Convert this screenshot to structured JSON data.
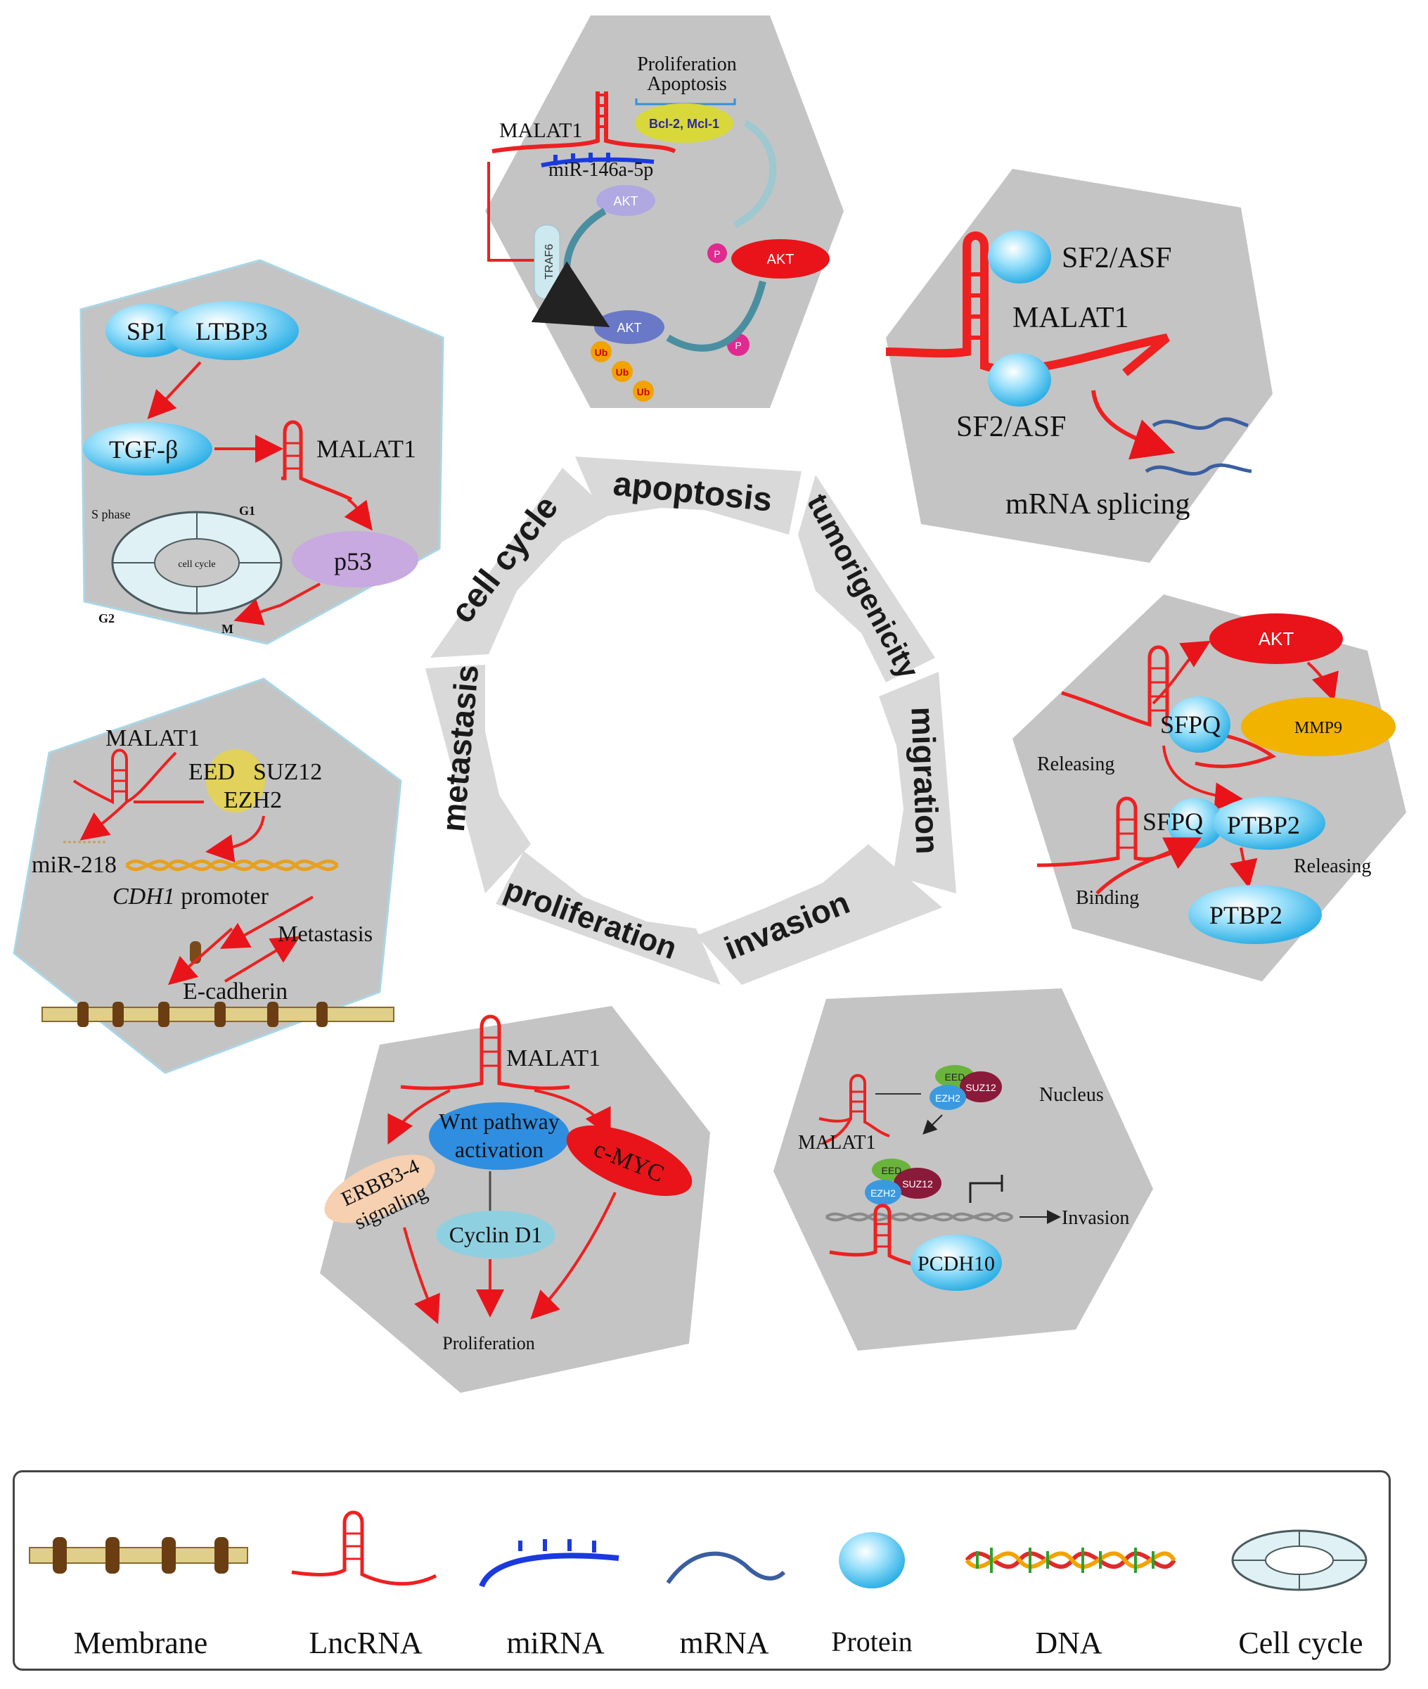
{
  "ring": {
    "segments": [
      "apoptosis",
      "tumorigenicity",
      "migration",
      "invasion",
      "proliferation",
      "metastasis",
      "cell cycle"
    ]
  },
  "panel_apoptosis": {
    "header1": "Proliferation",
    "header2": "Apoptosis",
    "malat1": "MALAT1",
    "mirna": "miR-146a-5p",
    "bcl": "Bcl-2, Mcl-1",
    "akt": "AKT",
    "traf6": "TRAF6",
    "p": "P",
    "ub": "Ub"
  },
  "panel_splicing": {
    "sf2_top": "SF2/ASF",
    "malat1": "MALAT1",
    "sf2_bottom": "SF2/ASF",
    "mrna": "mRNA splicing"
  },
  "panel_cellcycle": {
    "sp1": "SP1",
    "ltbp3": "LTBP3",
    "tgf": "TGF-β",
    "malat1": "MALAT1",
    "p53": "p53",
    "s_phase": "S phase",
    "g1": "G1",
    "g2": "G2",
    "m": "M",
    "cycle": "cell cycle"
  },
  "panel_migration": {
    "akt": "AKT",
    "mmp9": "MMP9",
    "sfpq_top": "SFPQ",
    "releasing_left": "Releasing",
    "sfpq": "SFPQ",
    "ptbp2": "PTBP2",
    "releasing_right": "Releasing",
    "binding": "Binding",
    "ptbp2_bottom": "PTBP2"
  },
  "panel_metastasis": {
    "malat1": "MALAT1",
    "eed": "EED",
    "suz12": "SUZ12",
    "ezh2": "EZH2",
    "mir218": "miR-218",
    "cdh1": "CDH1",
    "promoter": " promoter",
    "metastasis": "Metastasis",
    "ecad": "E-cadherin"
  },
  "panel_proliferation": {
    "malat1": "MALAT1",
    "wnt1": "Wnt pathway",
    "wnt2": "activation",
    "cmyc": "c-MYC",
    "erbb1": "ERBB3-4",
    "erbb2": "signaling",
    "cyclin": "Cyclin D1",
    "prolif": "Proliferation"
  },
  "panel_invasion": {
    "eed": "EED",
    "suz12": "SUZ12",
    "ezh2": "EZH2",
    "nucleus": "Nucleus",
    "malat1": "MALAT1",
    "invasion": "Invasion",
    "pcdh10": "PCDH10"
  },
  "legend": {
    "items": [
      "Membrane",
      "LncRNA",
      "miRNA",
      "mRNA",
      "Protein",
      "DNA",
      "Cell cycle"
    ]
  },
  "colors": {
    "panel_gray": "#c4c4c4",
    "ring_gray": "#d9d9d9",
    "rna_red": "#ee2020",
    "protein_blue": "#5fc6ee",
    "akt_red": "#e8141a",
    "mmp9_orange": "#f2b200",
    "p53_purple": "#c8a9e0",
    "wnt_blue": "#2f8ee0"
  }
}
